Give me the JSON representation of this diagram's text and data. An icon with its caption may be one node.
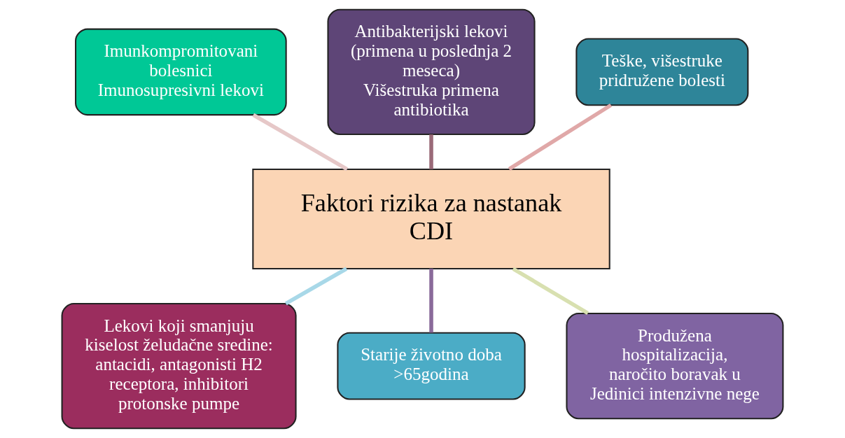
{
  "diagram": {
    "nodes": [
      {
        "text": [
          "Faktori rizika za nastanak CDI"
        ]
      },
      {
        "text": [
          "Imunkompromitovani bolesnici",
          "Imunosupresivni lekovi"
        ]
      },
      {
        "text": [
          "Antibakterijski lekovi",
          "(primena u poslednja 2 meseca)",
          "Višestruka primena antibiotika"
        ]
      },
      {
        "text": [
          "Teške, višestruke pridružene bolesti"
        ]
      },
      {
        "text": [
          "Lekovi koji smanjuju kiselost želudačne sredine: antacidi, antagonisti H2 receptora, inhibitori protonske pumpe"
        ]
      },
      {
        "text": [
          "Starije životno doba >65godina"
        ]
      },
      {
        "text": [
          "Produžena hospitalizacija, naročito boravak u Jedinici intenzivne nege"
        ]
      }
    ],
    "edges": [
      {
        "from": 0,
        "to": 1,
        "arrow": "none",
        "color": "#e6c8c8"
      },
      {
        "from": 0,
        "to": 2,
        "arrow": "none",
        "color": "#9a6a78"
      },
      {
        "from": 0,
        "to": 3,
        "arrow": "none",
        "color": "#e0a8a8"
      },
      {
        "from": 0,
        "to": 4,
        "arrow": "none",
        "color": "#a8d8e8"
      },
      {
        "from": 0,
        "to": 5,
        "arrow": "none",
        "color": "#8a6a9a"
      },
      {
        "from": 0,
        "to": 6,
        "arrow": "none",
        "color": "#d8e0b0"
      }
    ]
  }
}
